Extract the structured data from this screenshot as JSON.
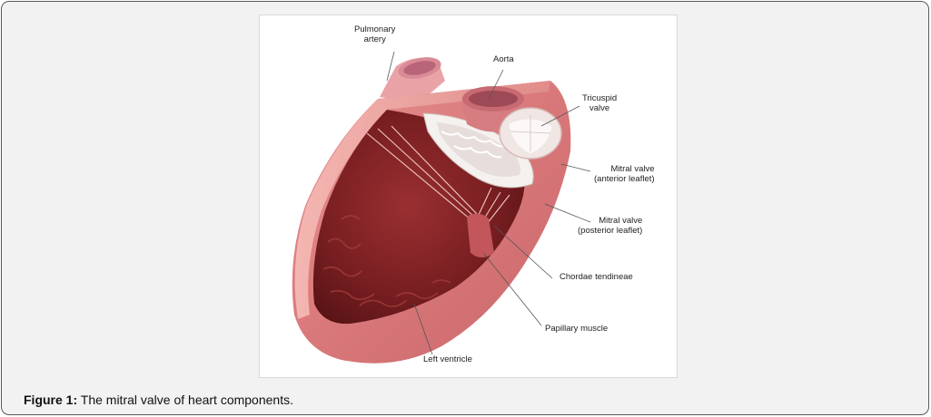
{
  "figure": {
    "labels": {
      "pulmonary_artery": [
        "Pulmonary",
        "artery"
      ],
      "aorta": "Aorta",
      "tricuspid_valve": [
        "Tricuspid",
        "valve"
      ],
      "mitral_anterior": [
        "Mitral valve",
        "(anterior leaflet)"
      ],
      "mitral_posterior": [
        "Mitral valve",
        "(posterior leaflet)"
      ],
      "chordae_tendineae": "Chordae tendineae",
      "papillary_muscle": "Papillary muscle",
      "left_ventricle": "Left ventricle"
    },
    "caption_label": "Figure 1:",
    "caption_text": "The mitral valve of heart components."
  },
  "colors": {
    "frame_background": "#f2f2f2",
    "frame_border": "#5a5a5a",
    "heart_wall": "#d9787a",
    "heart_wall_light": "#eea4a2",
    "cavity": "#7a1f22",
    "valve_white": "#f4f1ef",
    "leader_line": "#555555"
  }
}
